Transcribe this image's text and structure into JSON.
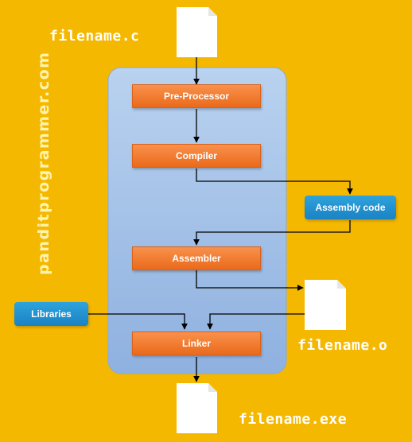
{
  "watermark": "panditprogrammer.com",
  "files": {
    "source": "filename.c",
    "object": "filename.o",
    "executable": "filename.exe"
  },
  "steps": {
    "preprocessor": "Pre-Processor",
    "compiler": "Compiler",
    "assembler": "Assembler",
    "linker": "Linker"
  },
  "side_inputs": {
    "assembly_code": "Assembly code",
    "libraries": "Libraries"
  },
  "colors": {
    "background": "#f5b800",
    "process_panel": "#a9c4e8",
    "step_box": "#f07a2c",
    "side_box": "#1f8fcf",
    "arrow": "#000000",
    "file_icon": "#ffffff"
  }
}
